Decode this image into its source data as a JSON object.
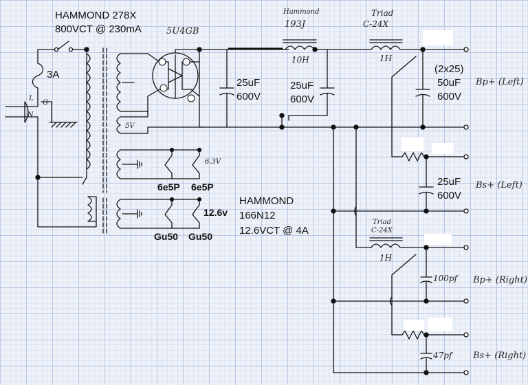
{
  "power_transformer": {
    "model": "HAMMOND 278X",
    "rating": "800VCT @ 230mA"
  },
  "filament_transformer": {
    "model": "HAMMOND",
    "part": "166N12",
    "rating": "12.6VCT @ 4A"
  },
  "fuse": {
    "rating": "3A"
  },
  "rectifier": {
    "tube": "5U4GB",
    "heater": "5V"
  },
  "filament_windings": {
    "low": "6.3V",
    "high": "12.6v"
  },
  "tubes": {
    "driver_left": "6e5P",
    "driver_right": "6e5P",
    "output_left": "Gu50",
    "output_right": "Gu50"
  },
  "capacitors": {
    "c1": {
      "value": "25uF",
      "voltage": "600V"
    },
    "c2": {
      "value": "25uF",
      "voltage": "600V"
    },
    "c3": {
      "note": "(2x25)",
      "value": "50uF",
      "voltage": "600V"
    },
    "c4": {
      "value": "25uF",
      "voltage": "600V"
    },
    "c5": {
      "value": "100pf"
    },
    "c6": {
      "value": "47pf"
    }
  },
  "chokes": {
    "ch1": {
      "brand": "Hammond",
      "part": "193J",
      "value": "10H"
    },
    "ch2": {
      "brand": "Triad",
      "part": "C-24X",
      "value": "1H"
    },
    "ch3": {
      "brand": "Triad",
      "part": "C-24X",
      "value": "1H"
    }
  },
  "outputs": {
    "bp_left": "Bp+ (Left)",
    "bs_left": "Bs+ (Left)",
    "bp_right": "Bp+ (Right)",
    "bs_right": "Bs+ (Right)"
  },
  "mains": {
    "line": "L",
    "ground": "G",
    "neutral": "N"
  },
  "colors": {
    "ink": "#111111",
    "grid": "#b9c8e6",
    "paper": "#eef2f8"
  }
}
